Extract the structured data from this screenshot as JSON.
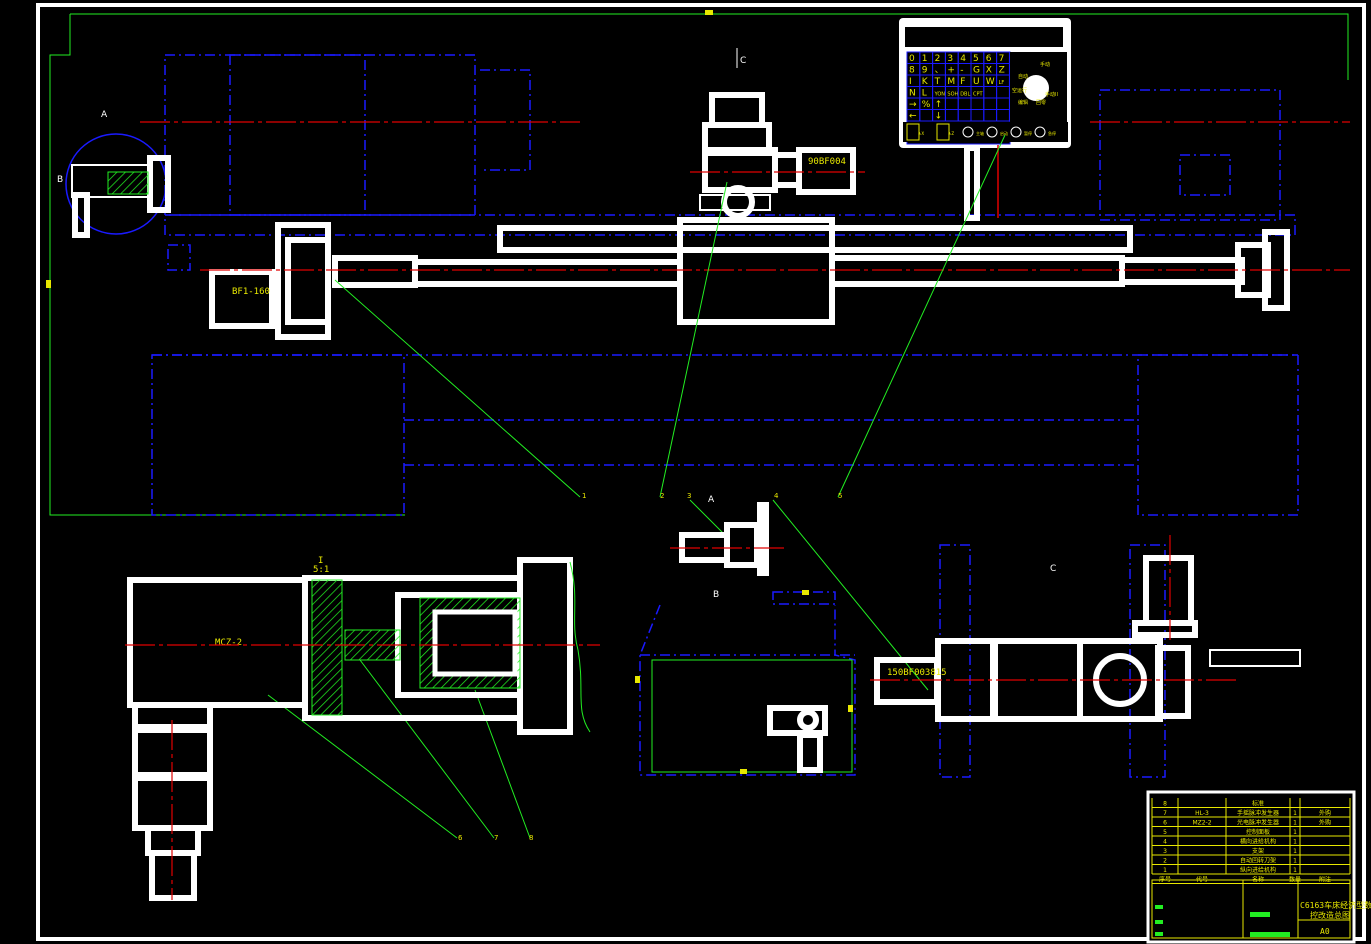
{
  "views": {
    "a": "A",
    "b": "B",
    "c": "C",
    "a_arrow": "A",
    "b_arrow": "B",
    "c_arrow": "C"
  },
  "motors": {
    "longitudinal": "BF1-160",
    "turret": "90BF004",
    "transverse": "150BF003815"
  },
  "detail": {
    "label": "I",
    "scale": "5:1",
    "generator": "MCZ-2"
  },
  "callouts": [
    "1",
    "2",
    "3",
    "4",
    "5",
    "6",
    "7",
    "8"
  ],
  "panel": {
    "keys": [
      [
        "0",
        "1",
        "2",
        "3",
        "4",
        "5",
        "6",
        "7"
      ],
      [
        "8",
        "9",
        "、",
        "+",
        "-",
        "G",
        "X",
        "Z"
      ],
      [
        "I",
        "K",
        "T",
        "M",
        "F",
        "U",
        "W",
        "LF"
      ],
      [
        "N",
        "L",
        "YON",
        "SOH",
        "DBL",
        "CPT",
        "",
        ""
      ],
      [
        "→",
        "%",
        "↑",
        "",
        "",
        "",
        "",
        ""
      ],
      [
        "←",
        "",
        "↓",
        "",
        "",
        "",
        "",
        ""
      ]
    ],
    "dial_labels": [
      "自动",
      "手动",
      "空运行",
      "手动II",
      "编辑",
      "回零"
    ],
    "bottom_labels": [
      "±X",
      "±Z",
      "主轴",
      "启动",
      "暂停",
      "急停"
    ]
  },
  "title_block": {
    "rows": [
      {
        "no": "8",
        "code": "",
        "name": "标准",
        "qty": "",
        "note": ""
      },
      {
        "no": "7",
        "code": "HL-3",
        "name": "手摇脉冲发生器",
        "qty": "1",
        "note": "外购"
      },
      {
        "no": "6",
        "code": "MZ2-2",
        "name": "光电脉冲发生器",
        "qty": "1",
        "note": "外购"
      },
      {
        "no": "5",
        "code": "",
        "name": "控制面板",
        "qty": "1",
        "note": ""
      },
      {
        "no": "4",
        "code": "",
        "name": "横向进给机构",
        "qty": "1",
        "note": ""
      },
      {
        "no": "3",
        "code": "",
        "name": "支架",
        "qty": "1",
        "note": ""
      },
      {
        "no": "2",
        "code": "",
        "name": "自动回转刀架",
        "qty": "1",
        "note": ""
      },
      {
        "no": "1",
        "code": "",
        "name": "纵向进给机构",
        "qty": "1",
        "note": ""
      }
    ],
    "header": {
      "no": "序号",
      "code": "代号",
      "name": "名称",
      "qty": "数量",
      "note": "附注"
    },
    "title_line1": "C6163车床经济型数",
    "title_line2": "控改造总图",
    "sheet_size": "A0"
  },
  "colors": {
    "outline": "#ffffff",
    "hidden": "#1a1aff",
    "center": "#e00000",
    "leader": "#22ee22",
    "table": "#e8e800"
  }
}
